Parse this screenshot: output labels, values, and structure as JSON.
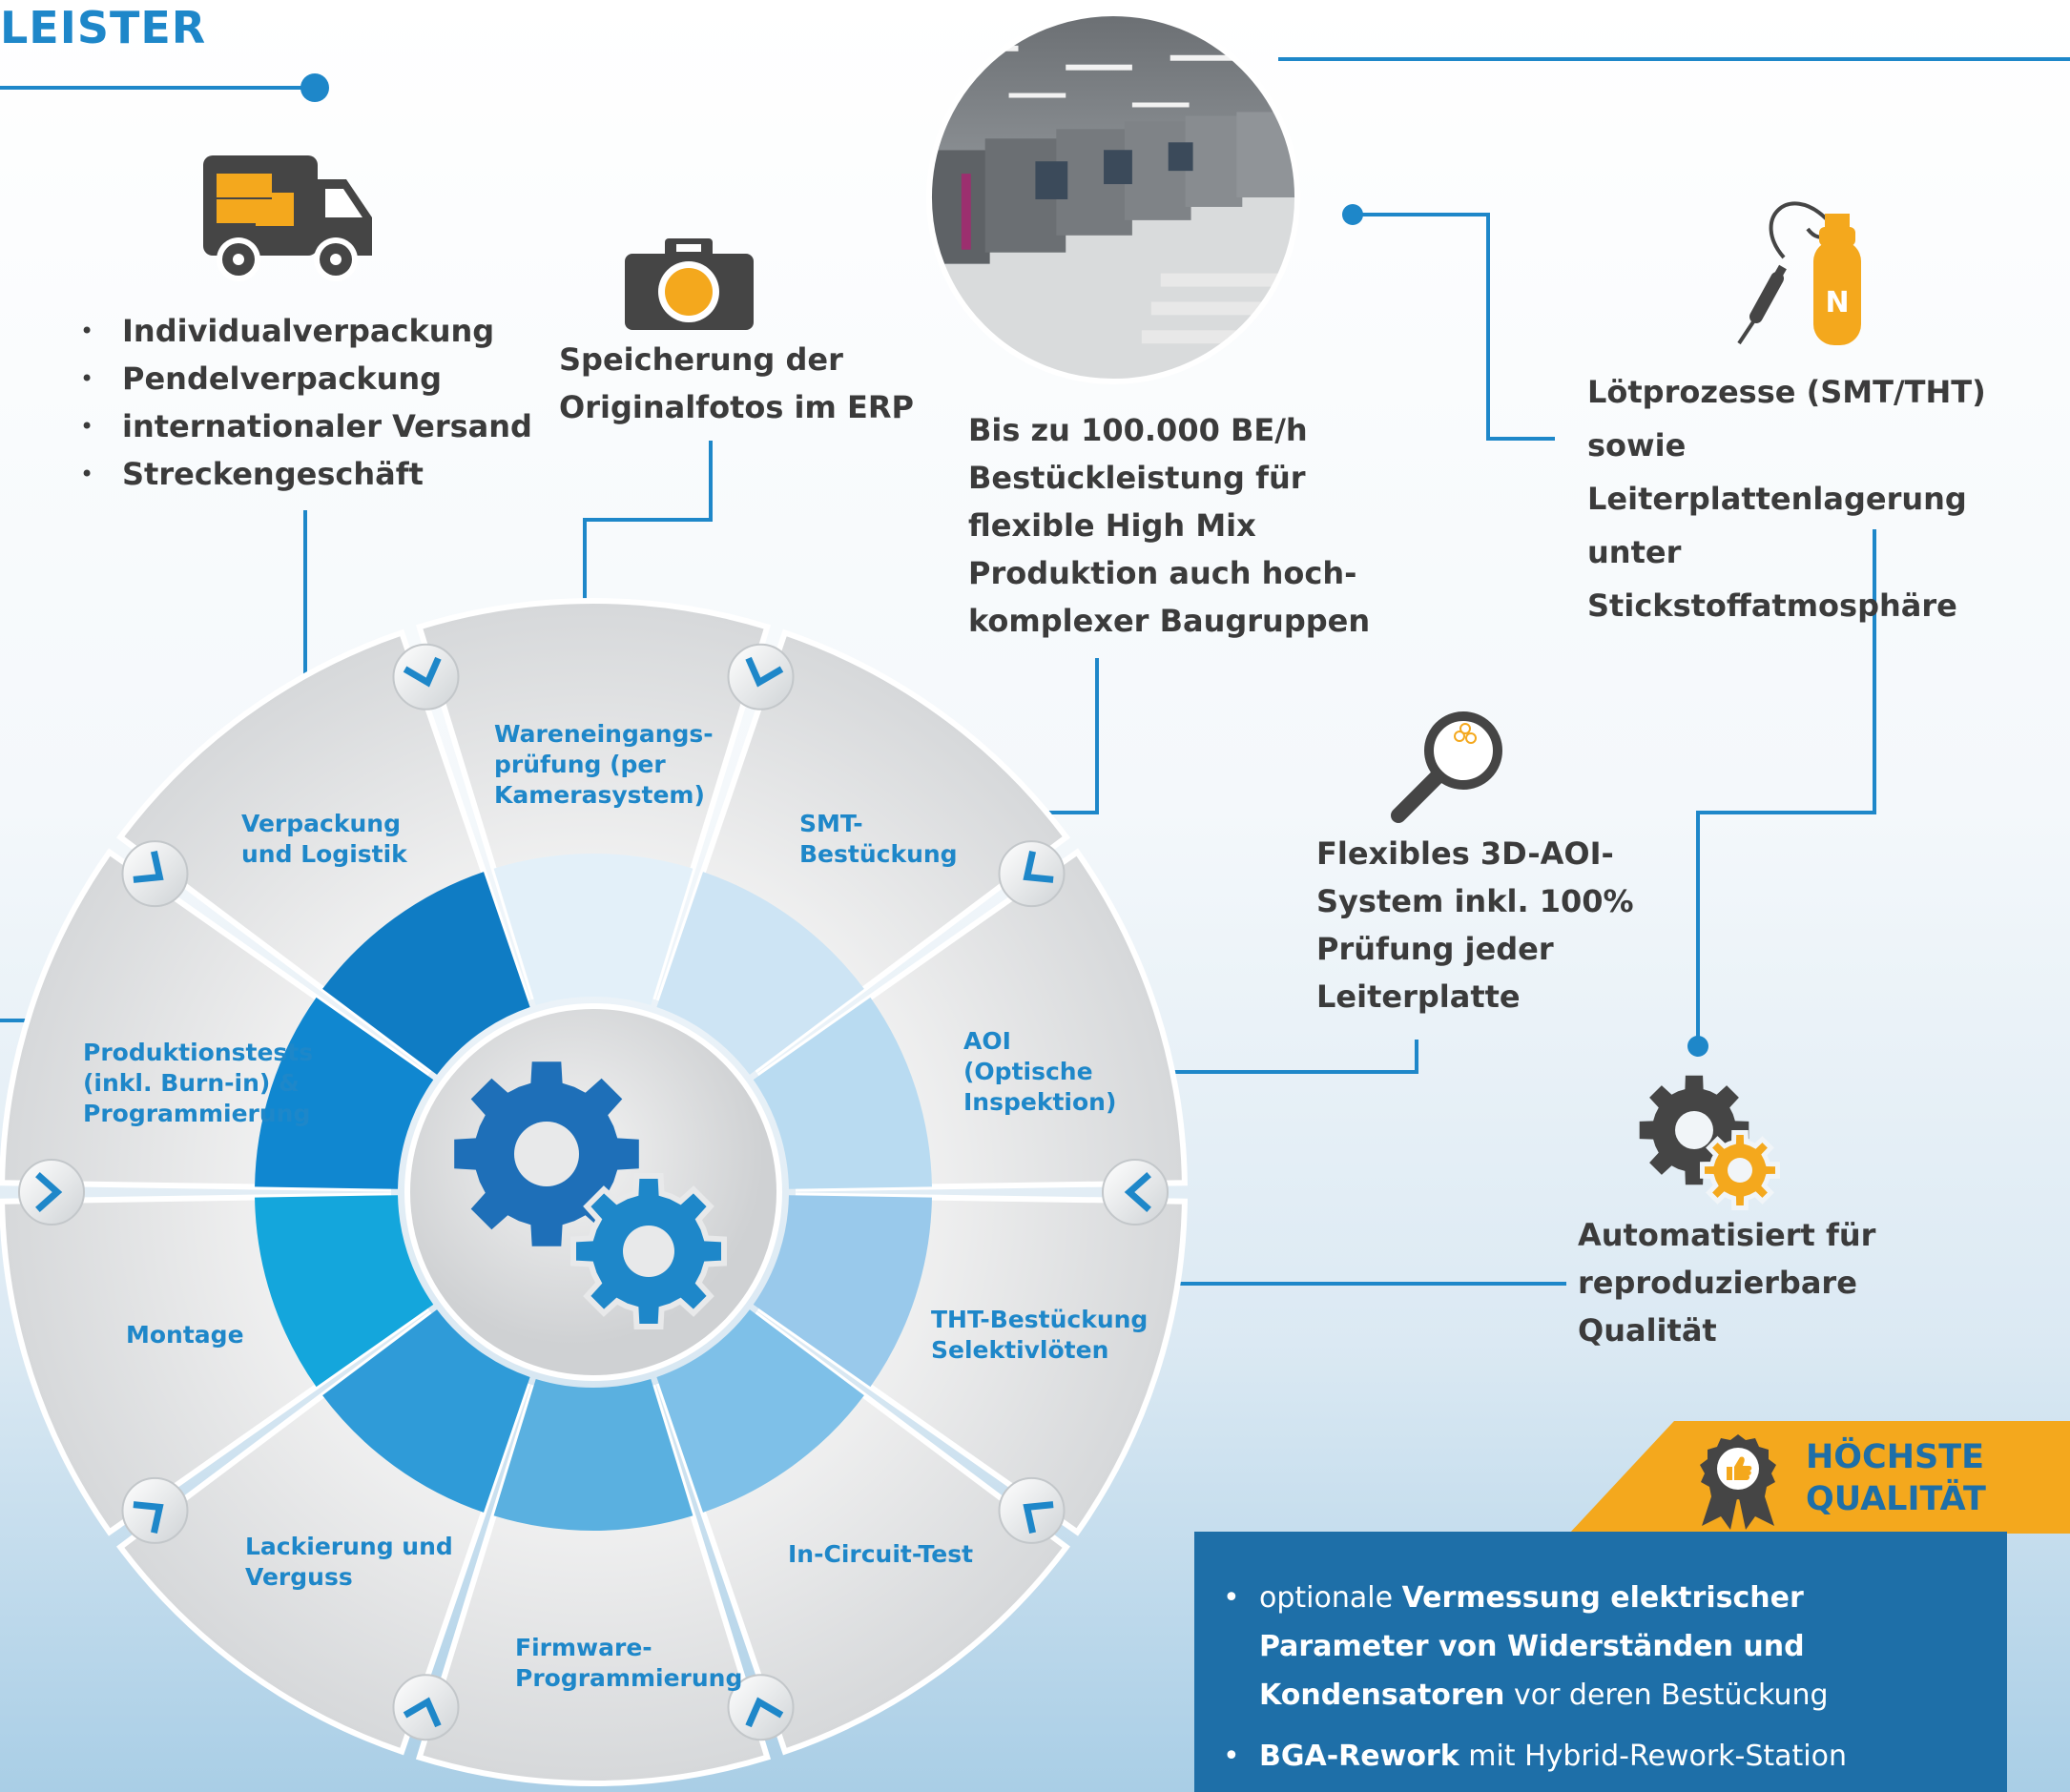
{
  "header": {
    "title": "LEISTER"
  },
  "features": {
    "logistics": {
      "items": [
        "Individualverpackung",
        "Pendelverpackung",
        "internationaler Versand",
        "Streckengeschäft"
      ]
    },
    "photos": {
      "text": [
        "Speicherung der",
        "Originalfotos im ERP"
      ]
    },
    "smt": {
      "text": [
        "Bis zu 100.000 BE/h",
        "Bestückleistung für",
        "flexible High Mix",
        "Produktion auch hoch-",
        "komplexer Baugruppen"
      ]
    },
    "nitrogen": {
      "text": [
        "Lötprozesse (SMT/THT) sowie",
        "Leiterplattenlagerung unter",
        "Stickstoffatmosphäre"
      ],
      "icon_letter": "N"
    },
    "aoi": {
      "text": [
        "Flexibles 3D-AOI-",
        "System inkl. 100%",
        "Prüfung jeder",
        "Leiterplatte"
      ]
    },
    "automation": {
      "text": [
        "Automatisiert für",
        "reproduzierbare",
        "Qualität"
      ]
    }
  },
  "wheel": {
    "segments": [
      {
        "lines": [
          "Wareneingangs-",
          "prüfung (per",
          "Kamerasystem)"
        ]
      },
      {
        "lines": [
          "SMT-",
          "Bestückung"
        ]
      },
      {
        "lines": [
          "AOI",
          "(Optische",
          "Inspektion)"
        ]
      },
      {
        "lines": [
          "THT-Bestückung",
          "Selektivlöten"
        ]
      },
      {
        "lines": [
          "In-Circuit-Test"
        ]
      },
      {
        "lines": [
          "Firmware-",
          "Programmierung"
        ]
      },
      {
        "lines": [
          "Lackierung und",
          "Verguss"
        ]
      },
      {
        "lines": [
          "Montage"
        ]
      },
      {
        "lines": [
          "Produktionstests",
          "(inkl. Burn-in) &",
          "Programmierung"
        ]
      },
      {
        "lines": [
          "Verpackung",
          "und Logistik"
        ]
      }
    ]
  },
  "quality": {
    "badge_lines": [
      "HÖCHSTE",
      "QUALITÄT"
    ],
    "item1": {
      "pre": "optionale ",
      "bold": "Vermessung elektrischer Parameter von Widerständen und Kondensatoren",
      "post": " vor deren Bestückung"
    },
    "item2": {
      "bold": "BGA-Rework",
      "post": " mit Hybrid-Rework-Station"
    }
  },
  "colors": {
    "accent": "#1e87c9",
    "orange": "#f4a81d",
    "panel": "#1e6fa8",
    "icon_dark": "#454545"
  },
  "icons": [
    "truck-icon",
    "camera-icon",
    "soldering-iron-icon",
    "magnifier-icon",
    "gears-icon",
    "award-rosette-icon",
    "factory-photo"
  ]
}
